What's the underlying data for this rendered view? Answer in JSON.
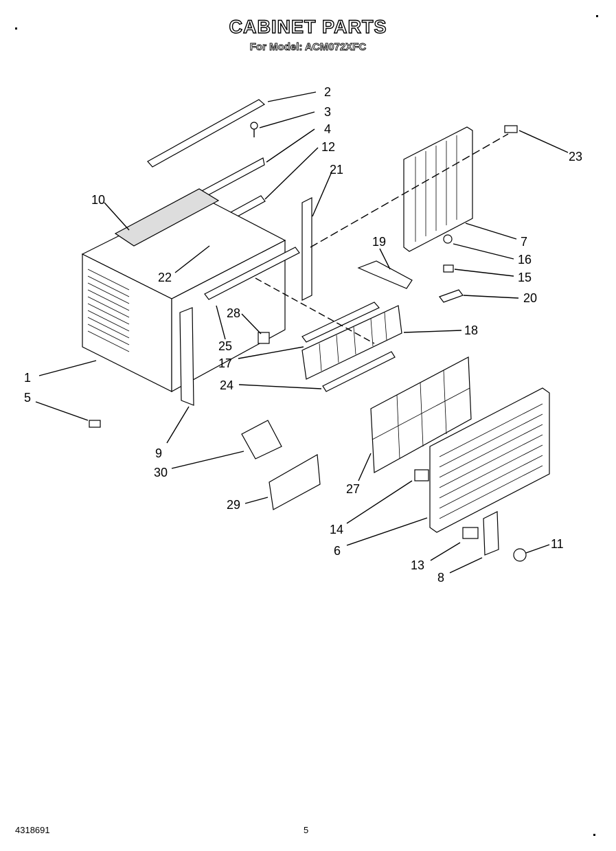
{
  "title": "CABINET PARTS",
  "subtitle": "For Model: ACM072XFC",
  "footer": {
    "code": "4318691",
    "page": "5"
  },
  "callouts": [
    {
      "id": "2"
    },
    {
      "id": "3"
    },
    {
      "id": "4"
    },
    {
      "id": "12"
    },
    {
      "id": "21"
    },
    {
      "id": "10"
    },
    {
      "id": "22"
    },
    {
      "id": "23"
    },
    {
      "id": "7"
    },
    {
      "id": "16"
    },
    {
      "id": "15"
    },
    {
      "id": "19"
    },
    {
      "id": "20"
    },
    {
      "id": "28"
    },
    {
      "id": "25"
    },
    {
      "id": "18"
    },
    {
      "id": "17"
    },
    {
      "id": "1"
    },
    {
      "id": "5"
    },
    {
      "id": "24"
    },
    {
      "id": "9"
    },
    {
      "id": "30"
    },
    {
      "id": "27"
    },
    {
      "id": "29"
    },
    {
      "id": "14"
    },
    {
      "id": "11"
    },
    {
      "id": "6"
    },
    {
      "id": "13"
    },
    {
      "id": "8"
    }
  ]
}
